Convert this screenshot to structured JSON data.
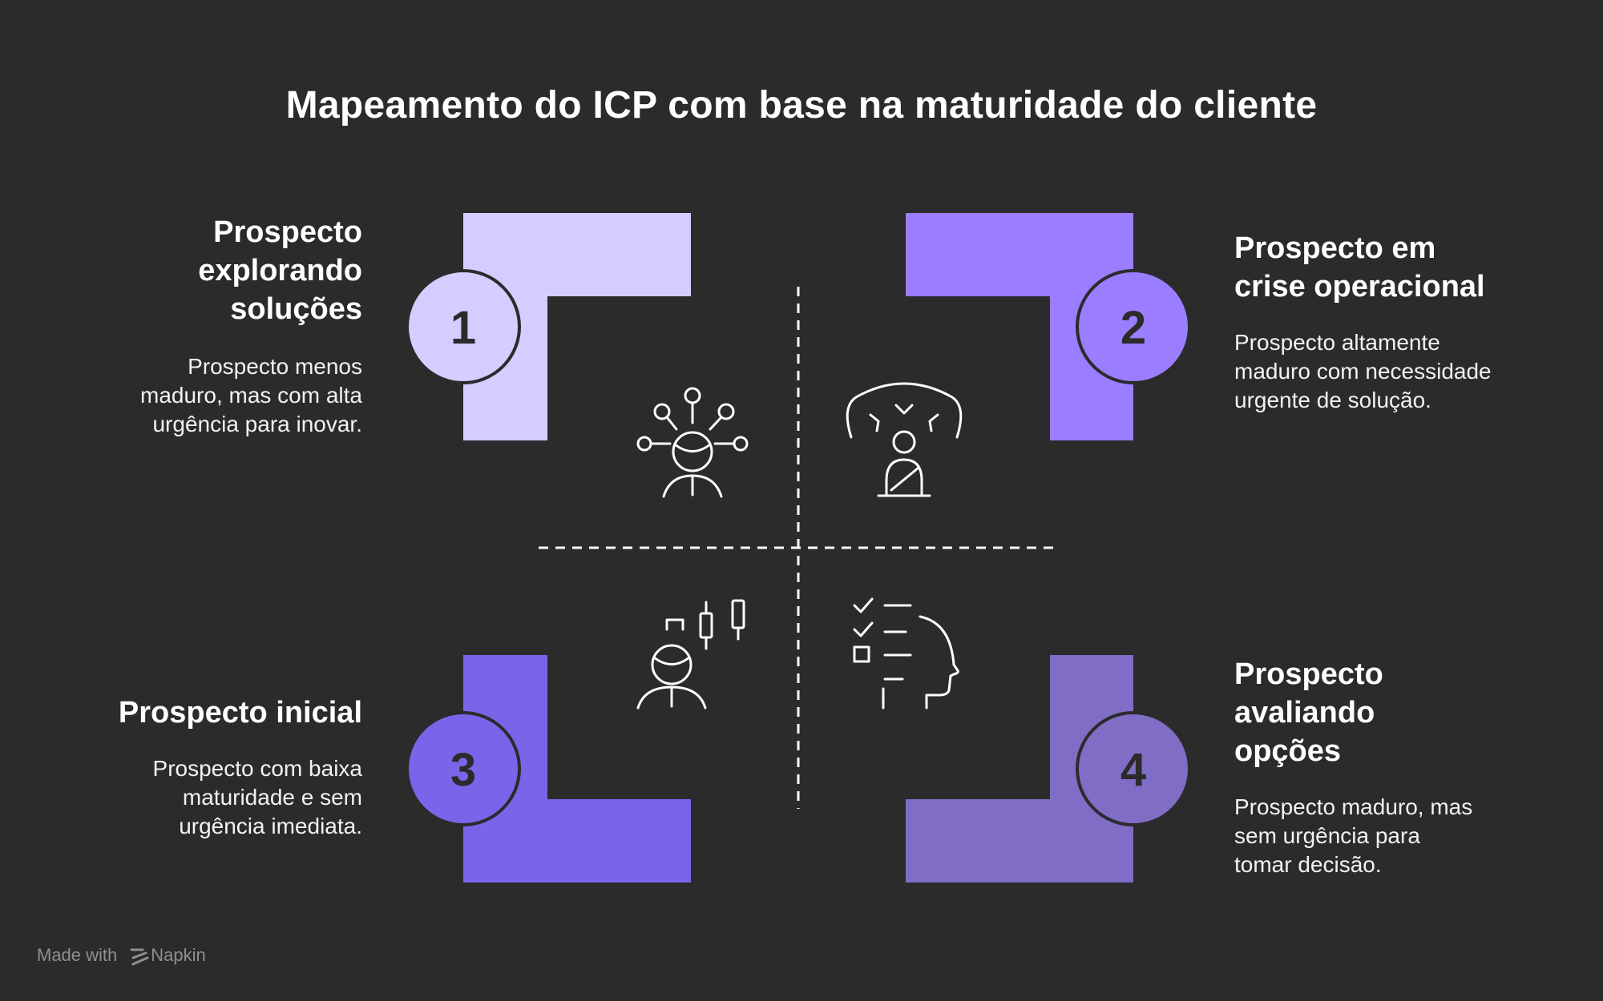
{
  "title": "Mapeamento do ICP com base na maturidade do cliente",
  "colors": {
    "background": "#2b2b2c",
    "q1": "#d4cdff",
    "q2": "#9a7eff",
    "q3": "#7c64ea",
    "q4": "#7f6dc6",
    "ink": "#2b2b2c",
    "line": "#ffffff"
  },
  "quadrants": [
    {
      "number": "1",
      "heading": "Prospecto\nexplorando\nsoluções",
      "description": "Prospecto menos\nmaduro, mas com alta\nurgência para inovar.",
      "icon": "person-exploring-options-icon"
    },
    {
      "number": "2",
      "heading": "Prospecto em\ncrise operacional",
      "description": "Prospecto altamente\nmaduro com necessidade\nurgente de solução.",
      "icon": "person-under-pressure-icon"
    },
    {
      "number": "3",
      "heading": "Prospecto inicial",
      "description": "Prospecto com baixa\nmaturidade e sem\nurgência imediata.",
      "icon": "person-with-stock-chart-icon"
    },
    {
      "number": "4",
      "heading": "Prospecto\navaliando\nopções",
      "description": "Prospecto maduro, mas\nsem urgência para\ntomar decisão.",
      "icon": "head-with-checklist-icon"
    }
  ],
  "footer": {
    "made_with": "Made with",
    "brand": "Napkin"
  }
}
